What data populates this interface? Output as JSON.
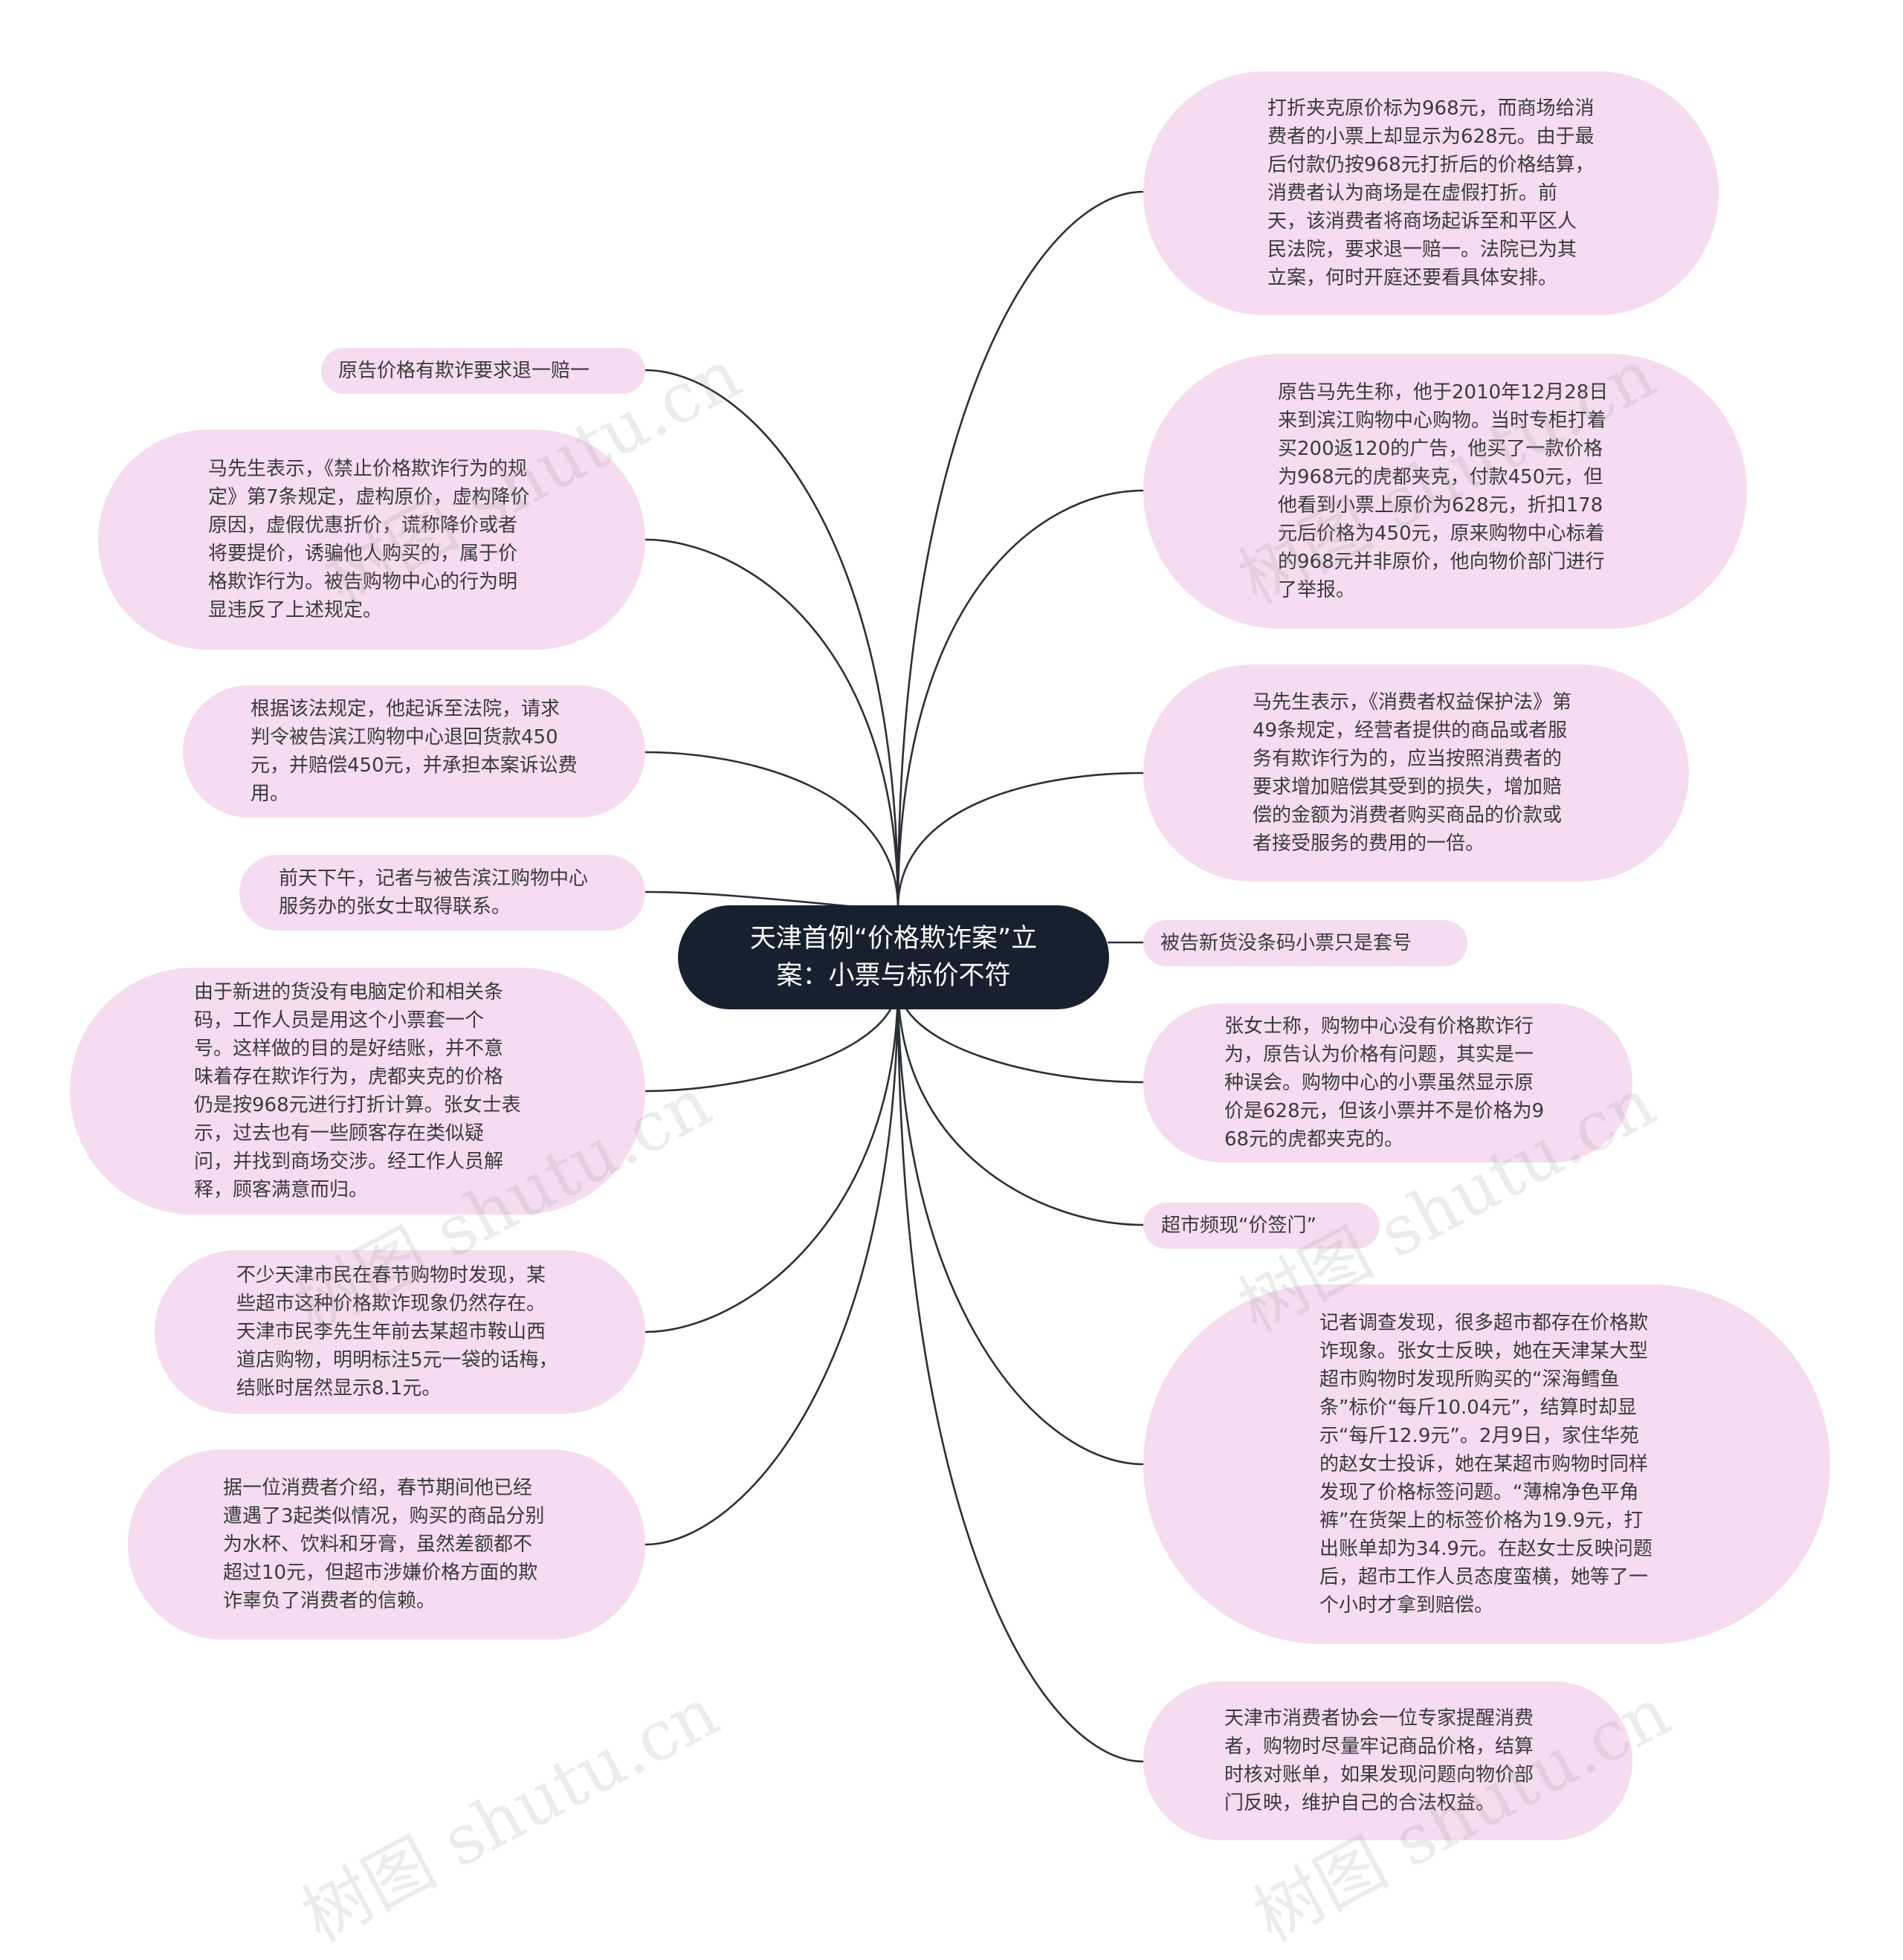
{
  "root": {
    "title": "天津首例“价格欺诈案”立案：小票与标价不符"
  },
  "watermark": "树图 shutu.cn",
  "nodes": [
    {
      "id": "l1",
      "text": "原告价格有欺诈要求退一赔一"
    },
    {
      "id": "l2",
      "text": "马先生表示，《禁止价格欺诈行为的规定》第7条规定，虚构原价，虚构降价原因，虚假优惠折价，谎称降价或者将要提价，诱骗他人购买的，属于价格欺诈行为。被告购物中心的行为明显违反了上述规定。"
    },
    {
      "id": "l3",
      "text": "根据该法规定，他起诉至法院，请求判令被告滨江购物中心退回货款450元，并赔偿450元，并承担本案诉讼费用。"
    },
    {
      "id": "l4",
      "text": "前天下午，记者与被告滨江购物中心服务办的张女士取得联系。"
    },
    {
      "id": "l5",
      "text": "由于新进的货没有电脑定价和相关条码，工作人员是用这个小票套一个号。这样做的目的是好结账，并不意味着存在欺诈行为，虎都夹克的价格仍是按968元进行打折计算。张女士表示，过去也有一些顾客存在类似疑问，并找到商场交涉。经工作人员解释，顾客满意而归。"
    },
    {
      "id": "l6",
      "text": "不少天津市民在春节购物时发现，某些超市这种价格欺诈现象仍然存在。天津市民李先生年前去某超市鞍山西道店购物，明明标注5元一袋的话梅，结账时居然显示8.1元。"
    },
    {
      "id": "l7",
      "text": "据一位消费者介绍，春节期间他已经遭遇了3起类似情况，购买的商品分别为水杯、饮料和牙膏，虽然差额都不超过10元，但超市涉嫌价格方面的欺诈辜负了消费者的信赖。"
    },
    {
      "id": "r1",
      "text": " 打折夹克原价标为968元，而商场给消费者的小票上却显示为628元。由于最后付款仍按968元打折后的价格结算，消费者认为商场是在虚假打折。前天，该消费者将商场起诉至和平区人民法院，要求退一赔一。法院已为其立案，何时开庭还要看具体安排。"
    },
    {
      "id": "r2",
      "text": "原告马先生称，他于2010年12月28日来到滨江购物中心购物。当时专柜打着买200返120的广告，他买了一款价格为968元的虎都夹克，付款450元，但他看到小票上原价为628元，折扣178元后价格为450元，原来购物中心标着的968元并非原价，他向物价部门进行了举报。"
    },
    {
      "id": "r3",
      "text": "马先生表示，《消费者权益保护法》第49条规定，经营者提供的商品或者服务有欺诈行为的，应当按照消费者的要求增加赔偿其受到的损失，增加赔偿的金额为消费者购买商品的价款或者接受服务的费用的一倍。"
    },
    {
      "id": "r4",
      "text": "被告新货没条码小票只是套号"
    },
    {
      "id": "r5",
      "text": "张女士称，购物中心没有价格欺诈行为，原告认为价格有问题，其实是一种误会。购物中心的小票虽然显示原价是628元，但该小票并不是价格为968元的虎都夹克的。"
    },
    {
      "id": "r6",
      "text": "超市频现“价签门”"
    },
    {
      "id": "r7",
      "text": "记者调查发现，很多超市都存在价格欺诈现象。张女士反映，她在天津某大型超市购物时发现所购买的“深海鳕鱼条”标价“每斤10.04元”，结算时却显示“每斤12.9元”。2月9日，家住华苑的赵女士投诉，她在某超市购物时同样发现了价格标签问题。“薄棉净色平角裤”在货架上的标签价格为19.9元，打出账单却为34.9元。在赵女士反映问题后，超市工作人员态度蛮横，她等了一个小时才拿到赔偿。"
    },
    {
      "id": "r8",
      "text": "天津市消费者协会一位专家提醒消费者，购物时尽量牢记商品价格，结算时核对账单，如果发现问题向物价部门反映，维护自己的合法权益。"
    }
  ]
}
